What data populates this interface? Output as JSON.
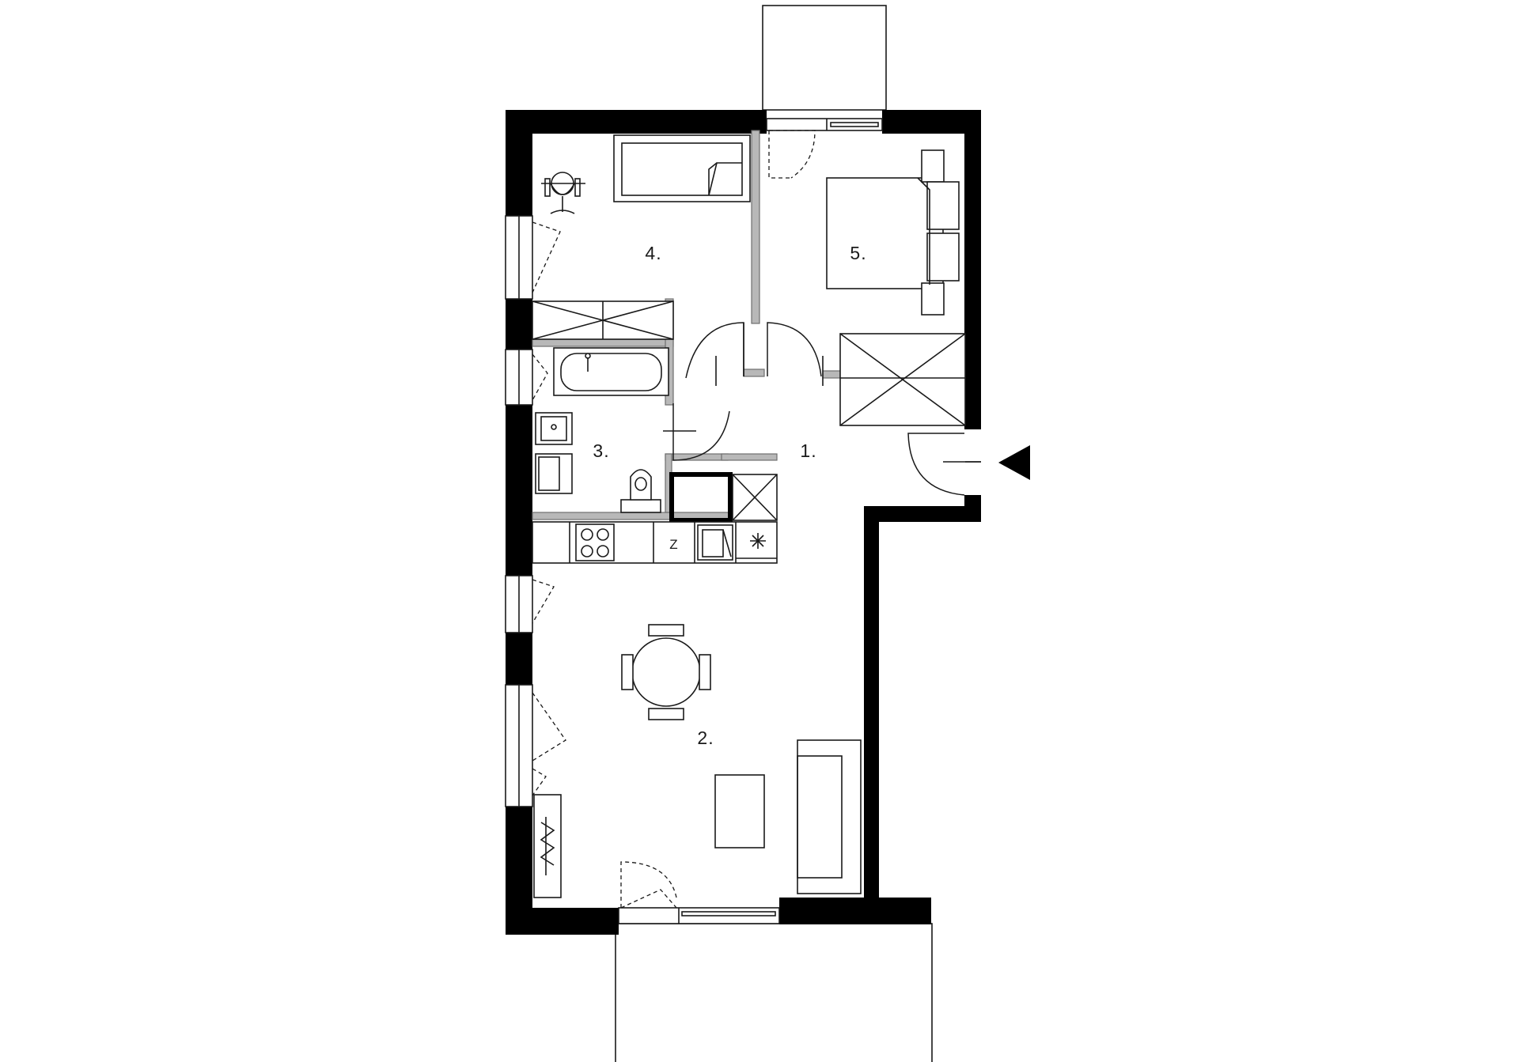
{
  "rooms": [
    {
      "id": "1",
      "label": "1."
    },
    {
      "id": "2",
      "label": "2."
    },
    {
      "id": "3",
      "label": "3."
    },
    {
      "id": "4",
      "label": "4."
    },
    {
      "id": "5",
      "label": "5."
    }
  ],
  "kitchen": {
    "fridge_mark": "Z"
  },
  "entrance": {
    "arrow": "entrance-arrow-icon"
  }
}
